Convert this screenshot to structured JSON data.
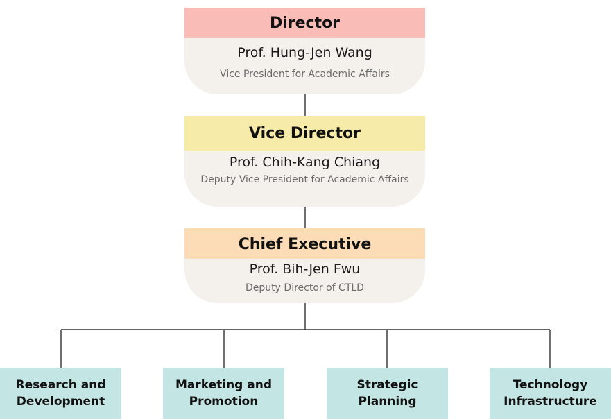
{
  "director": {
    "title": "Director",
    "name": "Prof. Hung-Jen Wang",
    "role": "Vice President for Academic Affairs",
    "header_color": "#f9bcb6"
  },
  "vice_director": {
    "title": "Vice Director",
    "name": "Prof. Chih-Kang Chiang",
    "role": "Deputy Vice President for Academic Affairs",
    "header_color": "#f7eba9"
  },
  "chief_executive": {
    "title": "Chief Executive",
    "name": "Prof. Bih-Jen Fwu",
    "role": "Deputy Director of CTLD",
    "header_color": "#fbdcb6"
  },
  "departments": [
    {
      "line1": "Research and",
      "line2": "Development"
    },
    {
      "line1": "Marketing and",
      "line2": "Promotion"
    },
    {
      "line1": "Strategic",
      "line2": "Planning"
    },
    {
      "line1": "Technology",
      "line2": "Infrastructure"
    }
  ],
  "colors": {
    "card_body": "#f4f1ec",
    "department_fill": "#c3e5e3",
    "connector": "#333333"
  }
}
